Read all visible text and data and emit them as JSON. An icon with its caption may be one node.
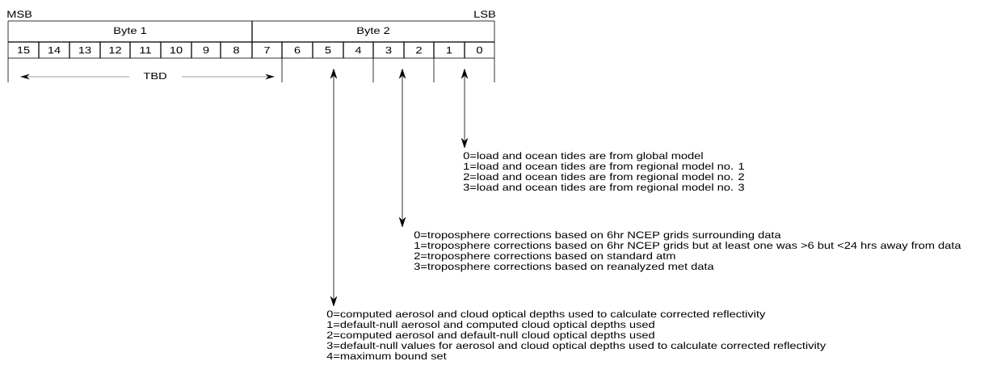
{
  "diagram": {
    "nodes": [
      {
        "text": [
          "Byte 1"
        ]
      },
      {
        "text": [
          "Byte 2"
        ]
      },
      {
        "text": [
          "15"
        ]
      },
      {
        "text": [
          "14"
        ]
      },
      {
        "text": [
          "13"
        ]
      },
      {
        "text": [
          "12"
        ]
      },
      {
        "text": [
          "11"
        ]
      },
      {
        "text": [
          "10"
        ]
      },
      {
        "text": [
          "9"
        ]
      },
      {
        "text": [
          "8"
        ]
      },
      {
        "text": [
          "7"
        ]
      },
      {
        "text": [
          "6"
        ]
      },
      {
        "text": [
          "5"
        ]
      },
      {
        "text": [
          "4"
        ]
      },
      {
        "text": [
          "3"
        ]
      },
      {
        "text": [
          "2"
        ]
      },
      {
        "text": [
          "1"
        ]
      },
      {
        "text": [
          "0"
        ]
      },
      {
        "text": [
          "0=load and ocean tides are from global model",
          "1=load and ocean tides are from regional model no. 1",
          "2=load and ocean tides are from regional model no. 2",
          "3=load and ocean tides are from regional model no. 3"
        ]
      },
      {
        "text": [
          "0=troposphere corrections based on 6hr NCEP grids surrounding data",
          "1=troposphere corrections based on 6hr NCEP grids but at least one was >6 but <24 hrs away from data",
          "2=troposphere corrections based on standard atm",
          "3=troposphere corrections based on reanalyzed met data"
        ]
      },
      {
        "text": [
          "0=computed aerosol and cloud optical depths used to calculate corrected reflectivity",
          "1=default-null aerosol and computed cloud optical depths used",
          "2=computed aerosol and default-null cloud optical depths used",
          "3=default-null values for aerosol and cloud optical depths used to calculate corrected reflectivity",
          "4=maximum bound set"
        ]
      }
    ],
    "edges": [
      {
        "from": 17,
        "to": 18,
        "arrow": "both"
      },
      {
        "from": 15,
        "to": 19,
        "arrow": "both"
      },
      {
        "from": 12,
        "to": 20,
        "arrow": "both"
      }
    ],
    "labels": [
      "MSB",
      "LSB",
      "TBD"
    ]
  }
}
